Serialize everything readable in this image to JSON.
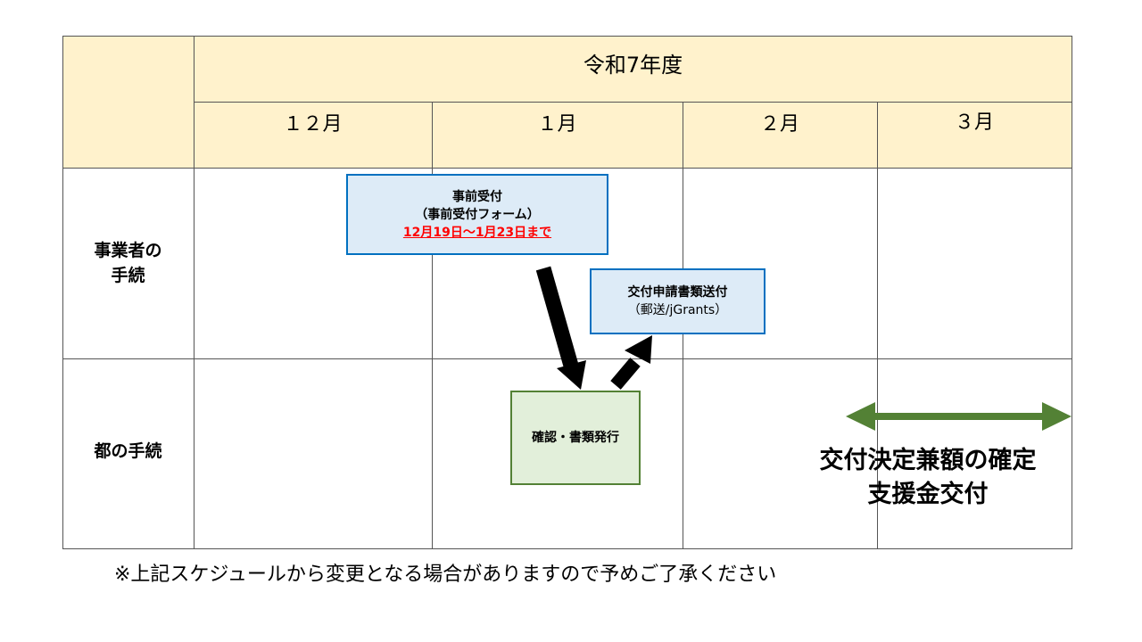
{
  "header": {
    "fiscal_year": "令和7年度",
    "months": [
      "１２月",
      "１月",
      "２月",
      "３月"
    ]
  },
  "rows": {
    "business": "事業者の\n手続",
    "metro": "都の手続"
  },
  "boxes": {
    "pre_registration": {
      "title": "事前受付",
      "subtitle": "（事前受付フォーム）",
      "deadline": "12月19日～1月23日まで"
    },
    "application": {
      "title": "交付申請書類送付",
      "subtitle": "（郵送/jGrants）"
    },
    "confirmation": {
      "title": "確認・書類発行"
    }
  },
  "grant": {
    "line1": "交付決定兼額の確定",
    "line2": "支援金交付"
  },
  "footnote": "※上記スケジュールから変更となる場合がありますので予めご了承ください",
  "colors": {
    "header_fill": "#FFF2CC",
    "blue_fill": "#DDEBF7",
    "blue_border": "#0070C0",
    "green_fill": "#E2EFDA",
    "green_border": "#538135",
    "arrow_green": "#538135",
    "deadline_red": "#FF0000"
  }
}
